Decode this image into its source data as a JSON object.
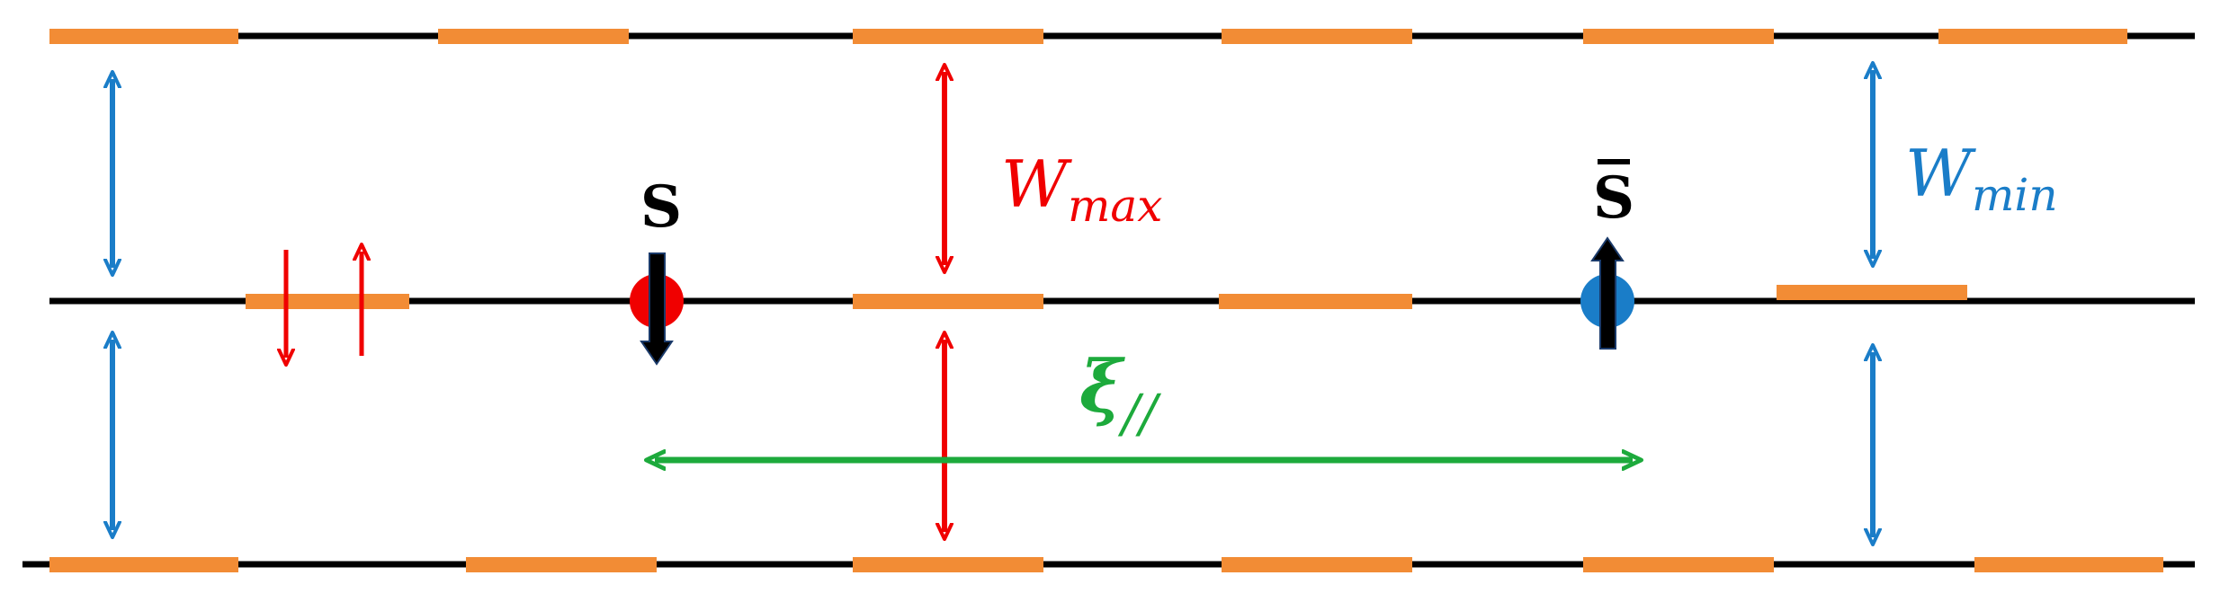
{
  "labels": {
    "w_max": {
      "main": "W",
      "sub": "max"
    },
    "w_min": {
      "main": "W",
      "sub": "min"
    },
    "xi_par": {
      "main": "ξ",
      "sub": "//"
    },
    "s": "S",
    "s_bar": "S"
  },
  "colors": {
    "line": "#000000",
    "segment": "#F28C35",
    "red": "#F00000",
    "blue": "#1A7DC8",
    "green": "#1DAA3C",
    "spin": "#000000"
  }
}
